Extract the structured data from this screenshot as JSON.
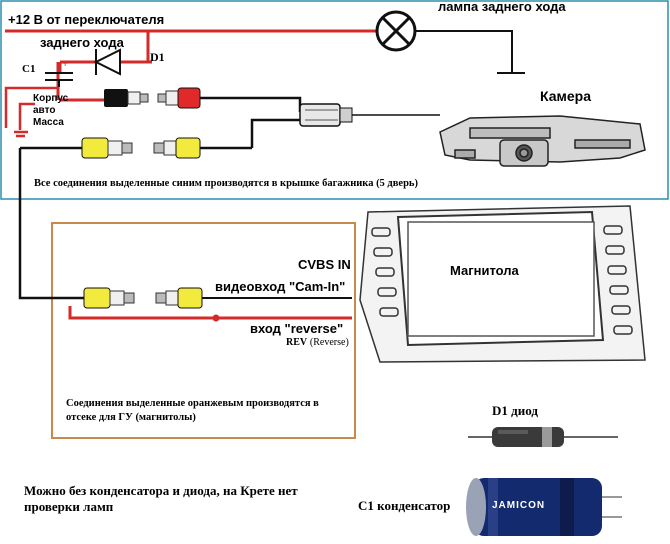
{
  "labels": {
    "power": "+12 В от переключателя",
    "reverse_lamp": "лампа заднего хода",
    "reverse_gear": "заднего хода",
    "d1": "D1",
    "c1": "C1",
    "plus": "+",
    "ground": "Корпус\nавто\nМасса",
    "camera": "Камера",
    "blue_note": "Все соединения выделенные синим производятся в крышке багажника (5 дверь)",
    "head_unit": "Магнитола",
    "cvbs_in": "CVBS IN",
    "video_in": "видеовход \"Cam-In\"",
    "reverse_in": "вход \"reverse\"",
    "rev": "REV",
    "rev_paren": "(Reverse)",
    "orange_note": "Соединения выделенные оранжевым производятся в\nотсеке для ГУ (магнитолы)",
    "diode_title": "D1 диод",
    "capacitor_title": "C1 конденсатор",
    "capacitor_brand": "JAMICON",
    "bottom_note": "Можно без конденсатора и диода, на Крете нет\nпроверки ламп"
  },
  "colors": {
    "blue_frame": "#2a8fb0",
    "orange_frame": "#c9894a",
    "wire_red": "#d42a2a",
    "wire_black": "#111111",
    "rca_yellow": "#f2ea3c",
    "rca_red": "#e02a2a"
  }
}
